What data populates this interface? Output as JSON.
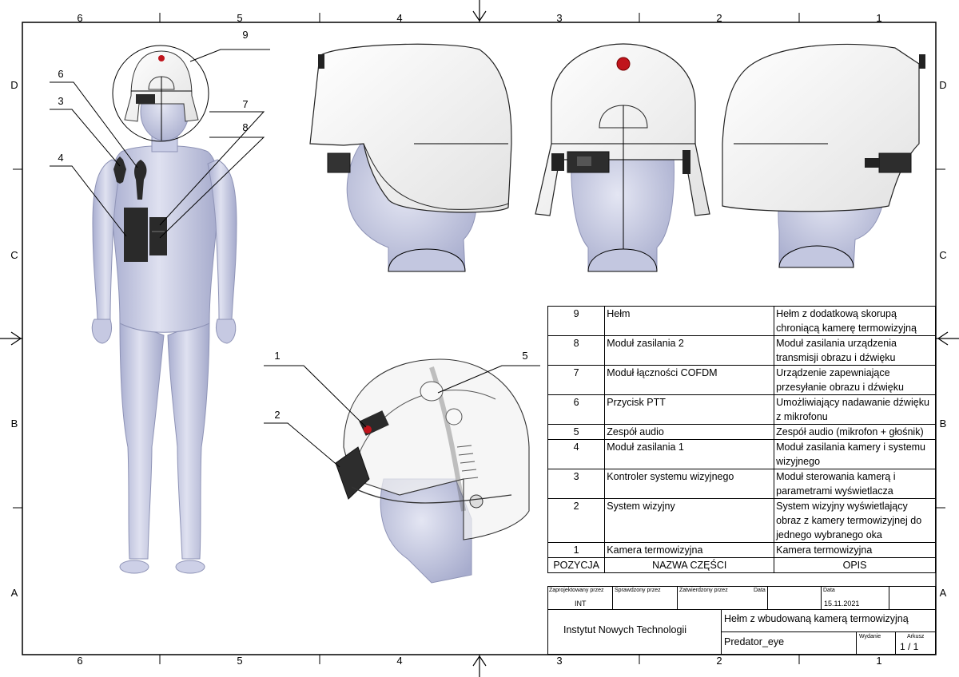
{
  "frame": {
    "top_cols": [
      "6",
      "5",
      "4",
      "3",
      "2",
      "1"
    ],
    "rows": [
      "D",
      "C",
      "B",
      "A"
    ]
  },
  "callouts": [
    "9",
    "6",
    "3",
    "7",
    "8",
    "4",
    "1",
    "2",
    "5"
  ],
  "parts_list": {
    "headers": [
      "POZYCJA",
      "NAZWA CZĘŚCI",
      "OPIS"
    ],
    "rows": [
      {
        "pos": "9",
        "name": "Hełm",
        "desc": "Hełm z dodatkową skorupą chroniącą kamerę termowizyjną"
      },
      {
        "pos": "8",
        "name": "Moduł zasilania 2",
        "desc": "Moduł zasilania urządzenia transmisji obrazu i dźwięku"
      },
      {
        "pos": "7",
        "name": "Moduł łączności COFDM",
        "desc": "Urządzenie zapewniające przesyłanie obrazu i dźwięku"
      },
      {
        "pos": "6",
        "name": "Przycisk PTT",
        "desc": "Umożliwiający nadawanie dźwięku z mikrofonu"
      },
      {
        "pos": "5",
        "name": "Zespół audio",
        "desc": "Zespół audio (mikrofon + głośnik)"
      },
      {
        "pos": "4",
        "name": "Moduł zasilania 1",
        "desc": "Moduł zasilania kamery i systemu wizyjnego"
      },
      {
        "pos": "3",
        "name": "Kontroler systemu wizyjnego",
        "desc": "Moduł sterowania kamerą i parametrami wyświetlacza"
      },
      {
        "pos": "2",
        "name": "System wizyjny",
        "desc": "System wizyjny wyświetlający obraz z kamery termowizyjnej do jednego wybranego oka"
      },
      {
        "pos": "1",
        "name": "Kamera termowizyjna",
        "desc": "Kamera termowizyjna"
      }
    ]
  },
  "title_block": {
    "designed_label": "Zaprojektowany przez",
    "checked_label": "Sprawdzony przez",
    "approved_label": "Zatwierdzony przez",
    "date_label": "Data",
    "date_label2": "Data",
    "designer": "INT",
    "date": "15.11.2021",
    "company": "Instytut Nowych Technologii",
    "title": "Hełm z wbudowaną kamerą termowizyjną",
    "subtitle": "Predator_eye",
    "edition_label": "Wydanie",
    "sheet_label": "Arkusz",
    "sheet": "1 / 1"
  },
  "colors": {
    "skin": "#c9cde6",
    "skin_dark": "#9ea3c4",
    "helmet": "#f3f3f3",
    "device": "#2a2a2a",
    "red": "#c0141c"
  }
}
